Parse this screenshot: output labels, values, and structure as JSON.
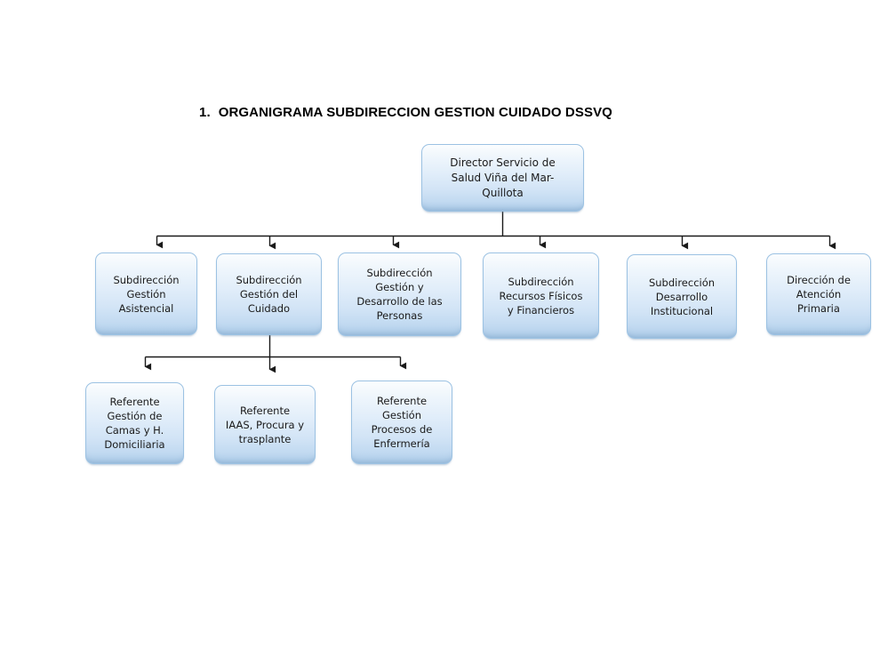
{
  "title": {
    "number": "1.",
    "text": "ORGANIGRAMA SUBDIRECCION GESTION CUIDADO DSSVQ"
  },
  "colors": {
    "box_border": "#9cc2e3",
    "box_fill_top": "#fbfdfe",
    "box_fill_bottom": "#aecde9",
    "connector": "#000000",
    "text": "#1a1a1a",
    "title_text": "#000000",
    "background": "#ffffff"
  },
  "chart_data": {
    "type": "diagram",
    "diagram_type": "organizational-chart",
    "orientation": "top-down",
    "title": "1.  ORGANIGRAMA SUBDIRECCION GESTION CUIDADO DSSVQ",
    "levels": 3,
    "nodes": [
      {
        "id": "root",
        "level": 0,
        "label": "Director Servicio de\nSalud Viña del Mar-\nQuillota",
        "parent": null
      },
      {
        "id": "sub-gestion-asistencial",
        "level": 1,
        "label": "Subdirección\nGestión\nAsistencial",
        "parent": "root"
      },
      {
        "id": "sub-gestion-cuidado",
        "level": 1,
        "label": "Subdirección\nGestión del\nCuidado",
        "parent": "root"
      },
      {
        "id": "sub-gestion-desarrollo-personas",
        "level": 1,
        "label": "Subdirección\nGestión y\nDesarrollo de las\nPersonas",
        "parent": "root"
      },
      {
        "id": "sub-recursos-fisicos-financieros",
        "level": 1,
        "label": "Subdirección\nRecursos Físicos\ny Financieros",
        "parent": "root"
      },
      {
        "id": "sub-desarrollo-institucional",
        "level": 1,
        "label": "Subdirección\nDesarrollo\nInstitucional",
        "parent": "root"
      },
      {
        "id": "direccion-atencion-primaria",
        "level": 1,
        "label": "Dirección de\nAtención\nPrimaria",
        "parent": "root"
      },
      {
        "id": "ref-gestion-camas",
        "level": 2,
        "label": "Referente\nGestión de\nCamas y H.\nDomiciliaria",
        "parent": "sub-gestion-cuidado"
      },
      {
        "id": "ref-iaas-procura",
        "level": 2,
        "label": "Referente\nIAAS, Procura y\ntrasplante",
        "parent": "sub-gestion-cuidado"
      },
      {
        "id": "ref-gestion-procesos-enfermeria",
        "level": 2,
        "label": "Referente\nGestión\nProcesos de\nEnfermería",
        "parent": "sub-gestion-cuidado"
      }
    ],
    "edges": [
      {
        "from": "root",
        "to": "sub-gestion-asistencial",
        "arrow": true
      },
      {
        "from": "root",
        "to": "sub-gestion-cuidado",
        "arrow": true
      },
      {
        "from": "root",
        "to": "sub-gestion-desarrollo-personas",
        "arrow": true
      },
      {
        "from": "root",
        "to": "sub-recursos-fisicos-financieros",
        "arrow": true
      },
      {
        "from": "root",
        "to": "sub-desarrollo-institucional",
        "arrow": true
      },
      {
        "from": "root",
        "to": "direccion-atencion-primaria",
        "arrow": true
      },
      {
        "from": "sub-gestion-cuidado",
        "to": "ref-gestion-camas",
        "arrow": true
      },
      {
        "from": "sub-gestion-cuidado",
        "to": "ref-iaas-procura",
        "arrow": true
      },
      {
        "from": "sub-gestion-cuidado",
        "to": "ref-gestion-procesos-enfermeria",
        "arrow": true
      }
    ]
  }
}
